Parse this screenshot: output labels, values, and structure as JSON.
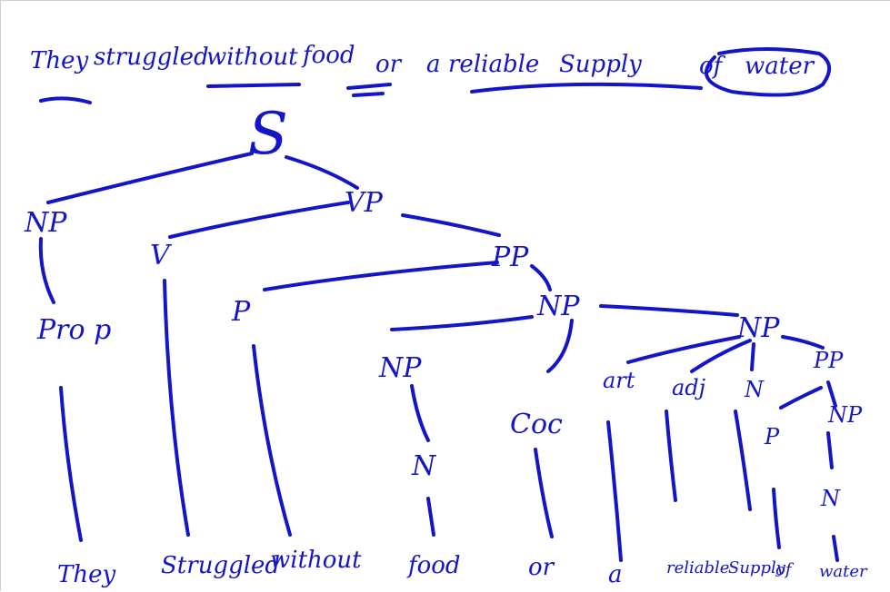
{
  "board": {
    "ink_color": "#1515c8",
    "background": "#ffffff",
    "sentence": [
      "They",
      "struggled",
      "without",
      "food",
      "or",
      "a",
      "reliable",
      "Supply",
      "of",
      "water"
    ]
  },
  "tree": {
    "root": "S",
    "np_subject": "NP",
    "vp": "VP",
    "v": "V",
    "pp": "PP",
    "prp": "Pro p",
    "p": "P",
    "np_coord": "NP",
    "np_food": "NP",
    "np_supply": "NP",
    "conj": "Coc",
    "art": "art",
    "adj": "adj",
    "n_supply": "N",
    "pp_of": "PP",
    "n_food": "N",
    "p_of": "P",
    "np_water": "NP",
    "n_water": "N"
  },
  "leaves": [
    "They",
    "Struggled",
    "without",
    "food",
    "or",
    "a",
    "reliable",
    "Supply",
    "of",
    "water"
  ]
}
